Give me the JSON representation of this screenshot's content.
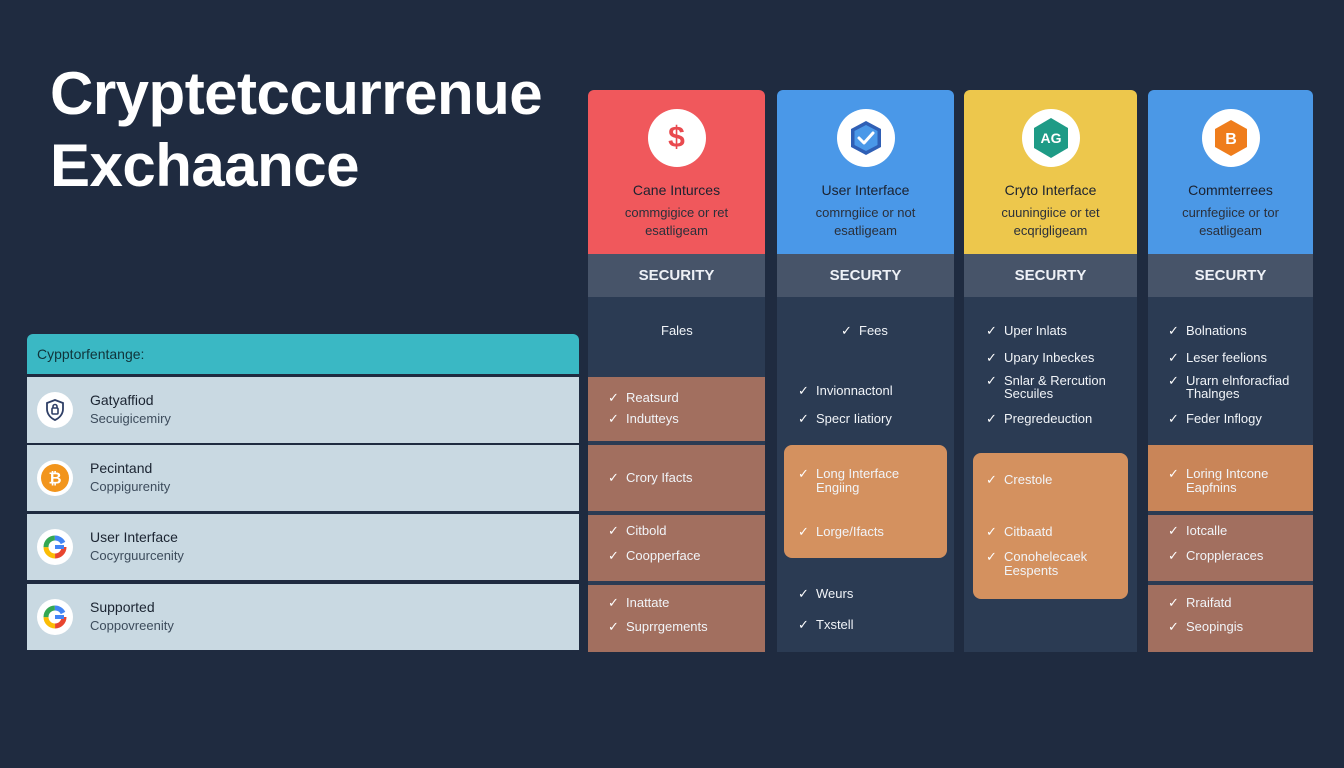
{
  "title": {
    "line1": "Cryptetccurrenue",
    "line2": "Exchaance"
  },
  "left": {
    "header": "Cypptorfentange:",
    "rows": [
      {
        "name": "Gatyaffiod",
        "sub": "Secuigicemiry",
        "icon": "shield-lock-icon"
      },
      {
        "name": "Pecintand",
        "sub": "Coppigurenity",
        "icon": "bitcoin-icon"
      },
      {
        "name": "User Interface",
        "sub": "Cocyrguurcenity",
        "icon": "g-logo-icon"
      },
      {
        "name": "Supported",
        "sub": "Coppovreenity",
        "icon": "g-logo-icon"
      }
    ]
  },
  "columns": [
    {
      "color": "#f0585c",
      "icon": "dollar-icon",
      "icon_text": "$",
      "title": "Cane Inturces",
      "desc": [
        "commgigice or ret",
        "esatligeam"
      ],
      "security": "SECURITY",
      "features": [
        "Fales",
        "Reatsurd",
        "Indutteys",
        "Crory Ifacts",
        "Citbold",
        "Coopperface",
        "Inattate",
        "Suprrgements"
      ]
    },
    {
      "color": "#4a98e8",
      "icon": "shield-check-icon",
      "title": "User Interface",
      "desc": [
        "comrngiice or not",
        "esatligeam"
      ],
      "security": "SECURTY",
      "features": [
        "Fees",
        "Invionnactonl",
        "Specr Iiatiory",
        "Long Interface",
        "Engiing",
        "Lorge/Ifacts",
        "Weurs",
        "Txstell"
      ]
    },
    {
      "color": "#edc74c",
      "icon": "ag-icon",
      "icon_text": "AG",
      "title": "Cryto Interface",
      "desc": [
        "cuuningiice or tet",
        "ecqrigligeam"
      ],
      "security": "SECURTY",
      "features": [
        "Uper Inlats",
        "Upary Inbeckes",
        "Snlar & Rercution",
        "Secuiles",
        "Pregredeuction",
        "Crestole",
        "Citbaatd",
        "Conohelecaek",
        "Eespents"
      ]
    },
    {
      "color": "#4b98e6",
      "icon": "bitcoin-icon",
      "icon_text": "B",
      "title": "Commterrees",
      "desc": [
        "curnfegiice or tor",
        "esatligeam"
      ],
      "security": "SECURTY",
      "features": [
        "Bolnations",
        "Leser feelions",
        "Urarn elnforacfiad",
        "Thalnges",
        "Feder Inflogy",
        "Loring Intcone",
        "Eapfnins",
        "Iotcalle",
        "Croppleraces",
        "Rraifatd",
        "Seopingis"
      ]
    }
  ],
  "check_glyph": "✓"
}
